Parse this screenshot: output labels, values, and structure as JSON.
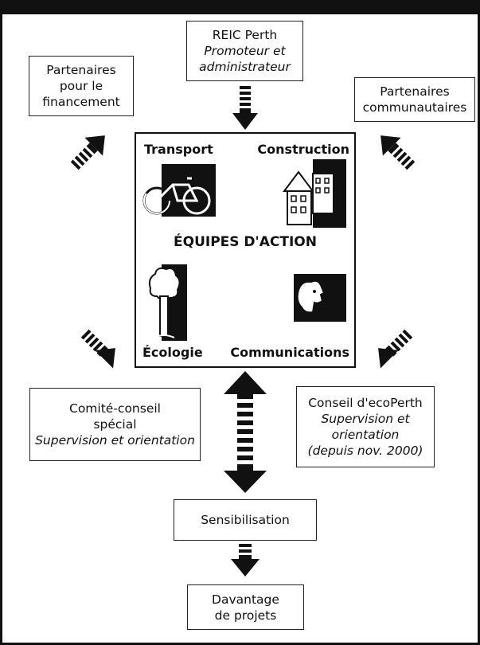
{
  "diagram": {
    "center": {
      "title": "ÉQUIPES D'ACTION",
      "teams": {
        "transport": "Transport",
        "construction": "Construction",
        "ecologie": "Écologie",
        "communications": "Communications"
      },
      "icons": [
        "bicycle-icon",
        "buildings-icon",
        "tree-icon",
        "face-icon"
      ]
    },
    "nodes": {
      "reic": {
        "line1": "REIC Perth",
        "line2": "Promoteur et",
        "line3": "administrateur"
      },
      "financement": {
        "line1": "Partenaires",
        "line2": "pour le",
        "line3": "financement"
      },
      "communautaires": {
        "line1": "Partenaires",
        "line2": "communautaires"
      },
      "comite": {
        "line1": "Comité-conseil",
        "line2": "spécial",
        "line3": "Supervision et orientation"
      },
      "conseil": {
        "line1": "Conseil d'ecoPerth",
        "line2": "Supervision et",
        "line3": "orientation",
        "line4": "(depuis nov. 2000)"
      },
      "sensibilisation": {
        "line1": "Sensibilisation"
      },
      "davantage": {
        "line1": "Davantage",
        "line2": "de projets"
      }
    },
    "colors": {
      "ink": "#111111",
      "background": "#ffffff"
    }
  }
}
